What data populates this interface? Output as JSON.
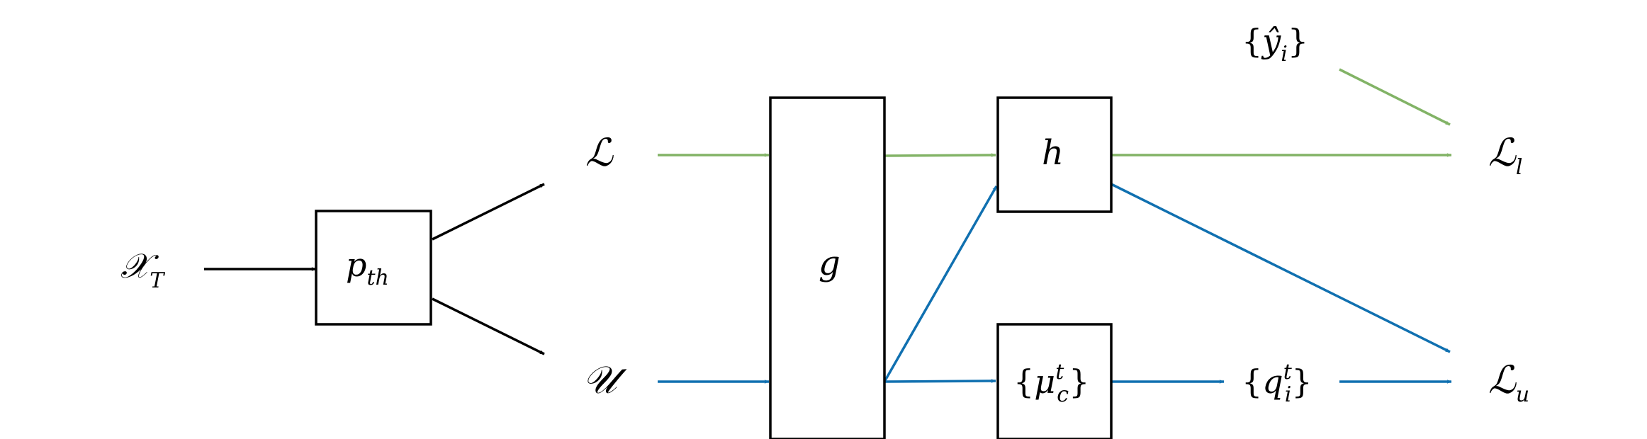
{
  "colors": {
    "labeled_path": "#82b366",
    "unlabeled_path": "#1070b0",
    "black_path": "#000000"
  },
  "nodes": {
    "input": {
      "base": "𝒳",
      "sub": "T"
    },
    "threshold": {
      "base": "p",
      "sub": "th"
    },
    "labeled_set": {
      "base": "ℒ"
    },
    "unlabeled_set": {
      "base": "𝒰"
    },
    "encoder": {
      "base": "g"
    },
    "head": {
      "base": "h"
    },
    "centroids": {
      "open": "{",
      "base": "μ",
      "sup": "t",
      "sub": "c",
      "close": "}"
    },
    "targets": {
      "open": "{",
      "base": "ŷ",
      "sub": "i",
      "close": "}"
    },
    "soft_assign": {
      "open": "{",
      "base": "q",
      "sup": "t",
      "sub": "i",
      "close": "}"
    },
    "loss_labeled": {
      "base": "ℒ",
      "sub": "l"
    },
    "loss_unlabeled": {
      "base": "ℒ",
      "sub": "u"
    }
  }
}
